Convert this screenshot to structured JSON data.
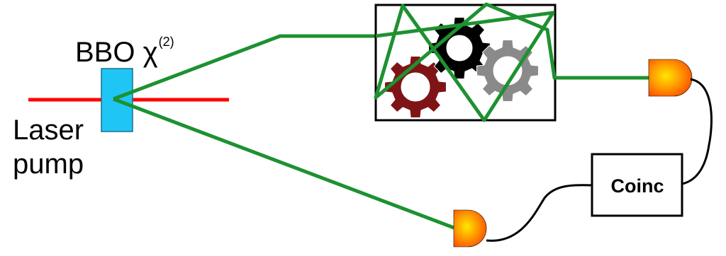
{
  "labels": {
    "bbo": "BBO",
    "chi_symbol": "χ",
    "chi_superscript": "(2)",
    "laser_line1": "Laser",
    "laser_line2": "pump",
    "coinc": "Coinc"
  },
  "colors": {
    "pump_beam": "#ff0000",
    "photon_path": "#1e9130",
    "crystal_fill": "#1fc6f5",
    "crystal_stroke": "#1a6f8f",
    "gear_dark_red": "#7f1416",
    "gear_black": "#000000",
    "gear_gray": "#8a8a8a",
    "detector_center": "#ffe800",
    "detector_edge": "#ff5000",
    "outline": "#000000"
  },
  "icons": {
    "gear_left": "gear-icon",
    "gear_middle": "gear-icon",
    "gear_right": "gear-icon",
    "detector_top": "detector-icon",
    "detector_bottom": "detector-icon"
  }
}
